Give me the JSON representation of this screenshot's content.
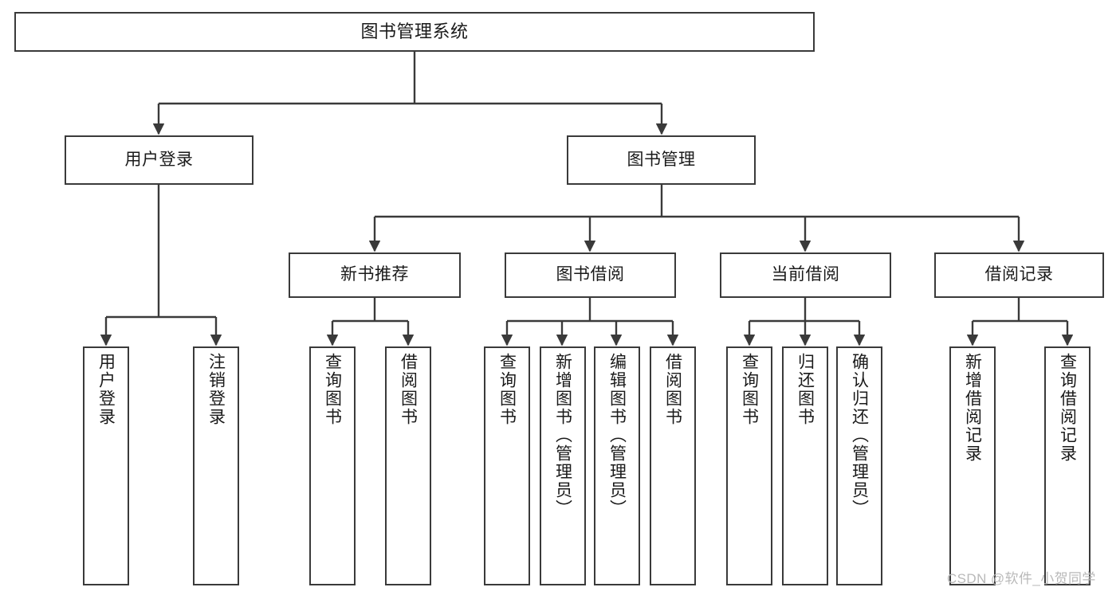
{
  "diagram": {
    "title": "图书管理系统",
    "type": "tree-hierarchy-chart",
    "watermark": "CSDN @软件_小贺同学",
    "line_color": "#3a3a3a",
    "box_fill": "#ffffff",
    "text_color": "#1a1a1a",
    "watermark_color": "#b9b9b9"
  },
  "nodes": {
    "root": {
      "label": "图书管理系统"
    },
    "level2": [
      {
        "label": "用户登录"
      },
      {
        "label": "图书管理"
      }
    ],
    "level3": [
      {
        "label": "新书推荐"
      },
      {
        "label": "图书借阅"
      },
      {
        "label": "当前借阅"
      },
      {
        "label": "借阅记录"
      }
    ],
    "leaves_user_login": [
      {
        "label": "用户登录"
      },
      {
        "label": "注销登录"
      }
    ],
    "leaves_new_book": [
      {
        "label": "查询图书"
      },
      {
        "label": "借阅图书"
      }
    ],
    "leaves_borrow": [
      {
        "label": "查询图书"
      },
      {
        "label": "新增图书（管理员）"
      },
      {
        "label": "编辑图书（管理员）"
      },
      {
        "label": "借阅图书"
      }
    ],
    "leaves_current": [
      {
        "label": "查询图书"
      },
      {
        "label": "归还图书"
      },
      {
        "label": "确认归还（管理员）"
      }
    ],
    "leaves_record": [
      {
        "label": "新增借阅记录"
      },
      {
        "label": "查询借阅记录"
      }
    ]
  },
  "chart_data": {
    "type": "table",
    "title": "图书管理系统",
    "tree": [
      {
        "label": "图书管理系统",
        "children": [
          {
            "label": "用户登录",
            "children": [
              {
                "label": "用户登录"
              },
              {
                "label": "注销登录"
              }
            ]
          },
          {
            "label": "图书管理",
            "children": [
              {
                "label": "新书推荐",
                "children": [
                  {
                    "label": "查询图书"
                  },
                  {
                    "label": "借阅图书"
                  }
                ]
              },
              {
                "label": "图书借阅",
                "children": [
                  {
                    "label": "查询图书"
                  },
                  {
                    "label": "新增图书（管理员）"
                  },
                  {
                    "label": "编辑图书（管理员）"
                  },
                  {
                    "label": "借阅图书"
                  }
                ]
              },
              {
                "label": "当前借阅",
                "children": [
                  {
                    "label": "查询图书"
                  },
                  {
                    "label": "归还图书"
                  },
                  {
                    "label": "确认归还（管理员）"
                  }
                ]
              },
              {
                "label": "借阅记录",
                "children": [
                  {
                    "label": "新增借阅记录"
                  },
                  {
                    "label": "查询借阅记录"
                  }
                ]
              }
            ]
          }
        ]
      }
    ]
  }
}
